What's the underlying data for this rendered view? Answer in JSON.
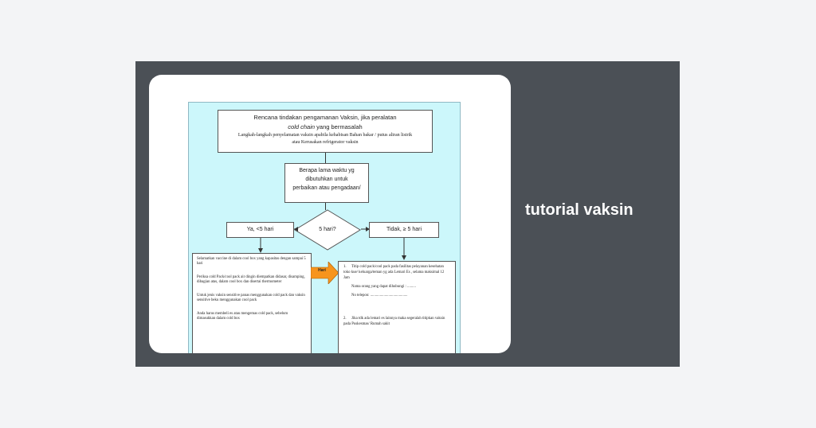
{
  "card": {
    "title": "tutorial vaksin",
    "background": "#4b5056"
  },
  "flowchart": {
    "header_line1": "Rencana tindakan pengamanan Vaksin, jika peralatan",
    "header_line2_italic": "cold chain",
    "header_line2_rest": " yang bermasalah",
    "header_line3": "Langkah-langkah penyelamatan vaksin apabila kehabisan Bahan bakar / putus aliran listrik",
    "header_line4": "atau Kerusakan refrigerator vaksin",
    "question_line1": "Berapa lama waktu yg",
    "question_line2": "dibutuhkan untuk",
    "question_line3": "perbaikan atau pengadaan/",
    "diamond": "5 hari?",
    "yes": "Ya, <5 hari",
    "no": "Tidak, ≥ 5 hari",
    "arrow_label": "Hari",
    "left_p1": "Selamatkan vaccine di dalam cool box yang kapasitas dengan sampai 5 hari",
    "left_p2": "Periksa cold Pack/cool pack air dingin diempatkan didasar, disamping, dibagian atas, dalam cool box dan disertai thermometer",
    "left_p3": "Untuk jenis vaksin sensitive panas menggunakan cold pack dan vaksin sensitive beku menggunakan cool pack",
    "left_p4": "Anda harus membeli es atau mengemas cold pack, sebelum dimasukkan dalam cold box",
    "right_n1": "1.",
    "right_p1": "Titip cold pack/cool pack pada fasilitas pelayanan kesehatan toko kue/ keluarga/teman yg ada Lemari Es , selama maksimal 12 Jam",
    "right_p1b": "Nama orang yang dapat dihubungi : .........",
    "right_p1c": "No telepon: .......................................",
    "right_n2": "2.",
    "right_p2": "Jika tdk ada lemari es lainnya maka segeralah titipkan vaksin pada Puskesmas/ Rumah sakit"
  },
  "colors": {
    "flow_bg": "#ccf7fb",
    "arrow": "#f7941d"
  }
}
